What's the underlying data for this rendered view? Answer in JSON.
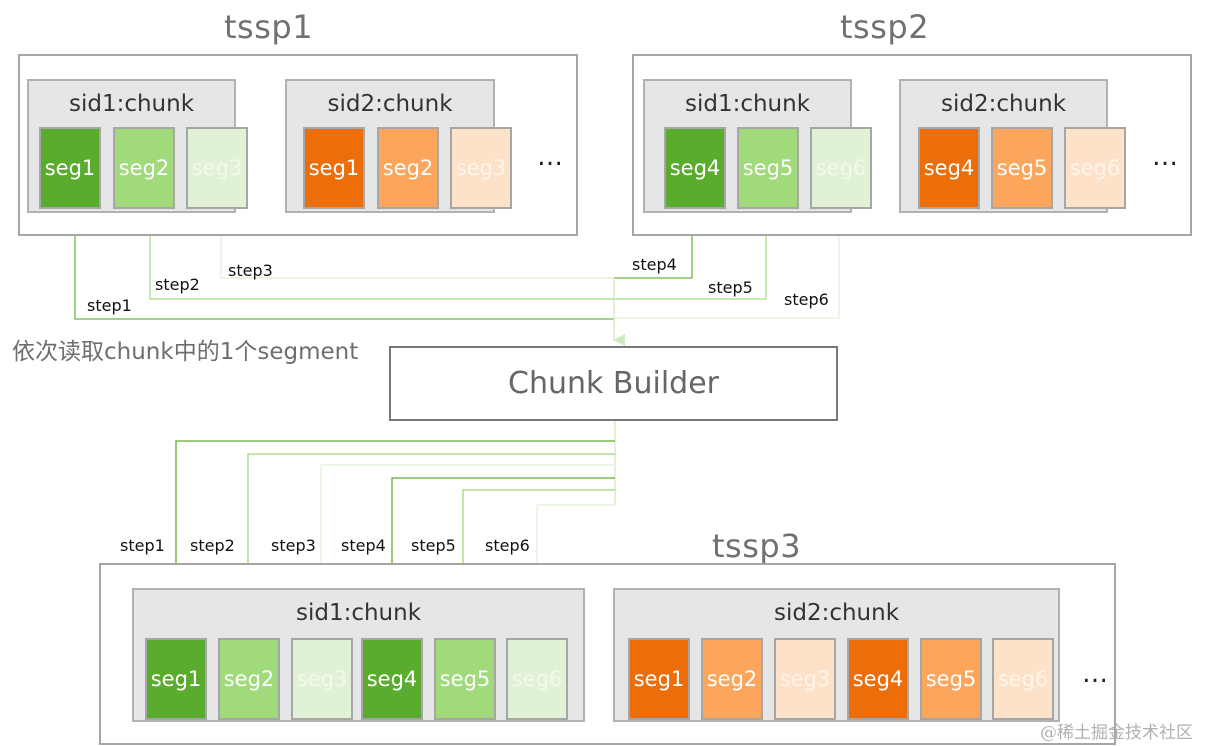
{
  "colors": {
    "green_dark": "#5aac2e",
    "green_mid": "#a0da7a",
    "green_light": "#e0f1d6",
    "orange_dark": "#eb6e0a",
    "orange_mid": "#fba65c",
    "orange_light": "#fde1c8"
  },
  "tssp1": {
    "title": "tssp1",
    "chunks": [
      {
        "label": "sid1:chunk",
        "segments": [
          "seg1",
          "seg2",
          "seg3"
        ]
      },
      {
        "label": "sid2:chunk",
        "segments": [
          "seg1",
          "seg2",
          "seg3"
        ]
      }
    ],
    "ellipsis": "…"
  },
  "tssp2": {
    "title": "tssp2",
    "chunks": [
      {
        "label": "sid1:chunk",
        "segments": [
          "seg4",
          "seg5",
          "seg6"
        ]
      },
      {
        "label": "sid2:chunk",
        "segments": [
          "seg4",
          "seg5",
          "seg6"
        ]
      }
    ],
    "ellipsis": "…"
  },
  "read_steps": [
    "step1",
    "step2",
    "step3",
    "step4",
    "step5",
    "step6"
  ],
  "note": "依次读取chunk中的1个segment",
  "builder": {
    "label": "Chunk Builder"
  },
  "write_steps": [
    "step1",
    "step2",
    "step3",
    "step4",
    "step5",
    "step6"
  ],
  "tssp3": {
    "title": "tssp3",
    "chunks": [
      {
        "label": "sid1:chunk",
        "segments": [
          "seg1",
          "seg2",
          "seg3",
          "seg4",
          "seg5",
          "seg6"
        ]
      },
      {
        "label": "sid2:chunk",
        "segments": [
          "seg1",
          "seg2",
          "seg3",
          "seg4",
          "seg5",
          "seg6"
        ]
      }
    ],
    "ellipsis": "…"
  },
  "watermark": "@稀土掘金技术社区"
}
